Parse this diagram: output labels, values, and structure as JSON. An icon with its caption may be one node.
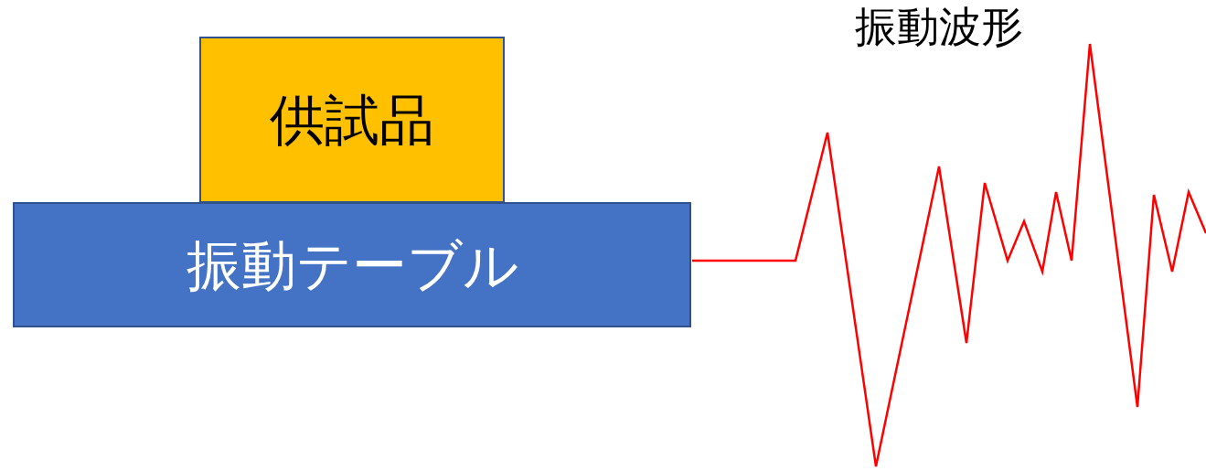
{
  "diagram": {
    "nodes": [
      {
        "text": [
          "供試品"
        ]
      },
      {
        "text": [
          "振動テーブル"
        ]
      }
    ],
    "edges": [],
    "labels": [
      "振動波形"
    ]
  }
}
